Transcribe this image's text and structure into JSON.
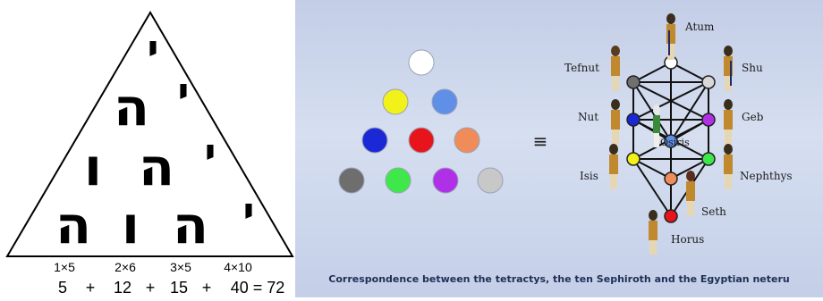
{
  "left": {
    "rows": [
      [
        "י"
      ],
      [
        "י",
        "ה"
      ],
      [
        "י",
        "ה",
        "ו"
      ],
      [
        "י",
        "ה",
        "ו",
        "ה"
      ]
    ],
    "multipliers": [
      "1×5",
      "2×6",
      "3×5",
      "4×10"
    ],
    "sum_line": [
      "5",
      "+",
      "12",
      "+",
      "15",
      "+",
      "40 = 72"
    ]
  },
  "right": {
    "equiv_symbol": "≡",
    "caption": "Correspondence between the tetractys, the ten Sephiroth and the Egyptian neteru",
    "tetractys_colors": [
      "#ffffff",
      "#f2f21a",
      "#5f8fe6",
      "#1a28d6",
      "#e8141c",
      "#f08c5a",
      "#6e6e6e",
      "#3ee84a",
      "#b030e8",
      "#c8c8c8"
    ],
    "tree_colors": [
      "#ffffff",
      "#707070",
      "#d8d8d8",
      "#1a28d6",
      "#b030e8",
      "#5f8fe6",
      "#f2f21a",
      "#3ee84a",
      "#f08c5a",
      "#e8141c"
    ],
    "deities": {
      "atum": "Atum",
      "tefnut": "Tefnut",
      "shu": "Shu",
      "nut": "Nut",
      "geb": "Geb",
      "osiris": "Osiris",
      "isis": "Isis",
      "nephthys": "Nephthys",
      "seth": "Seth",
      "horus": "Horus"
    }
  }
}
